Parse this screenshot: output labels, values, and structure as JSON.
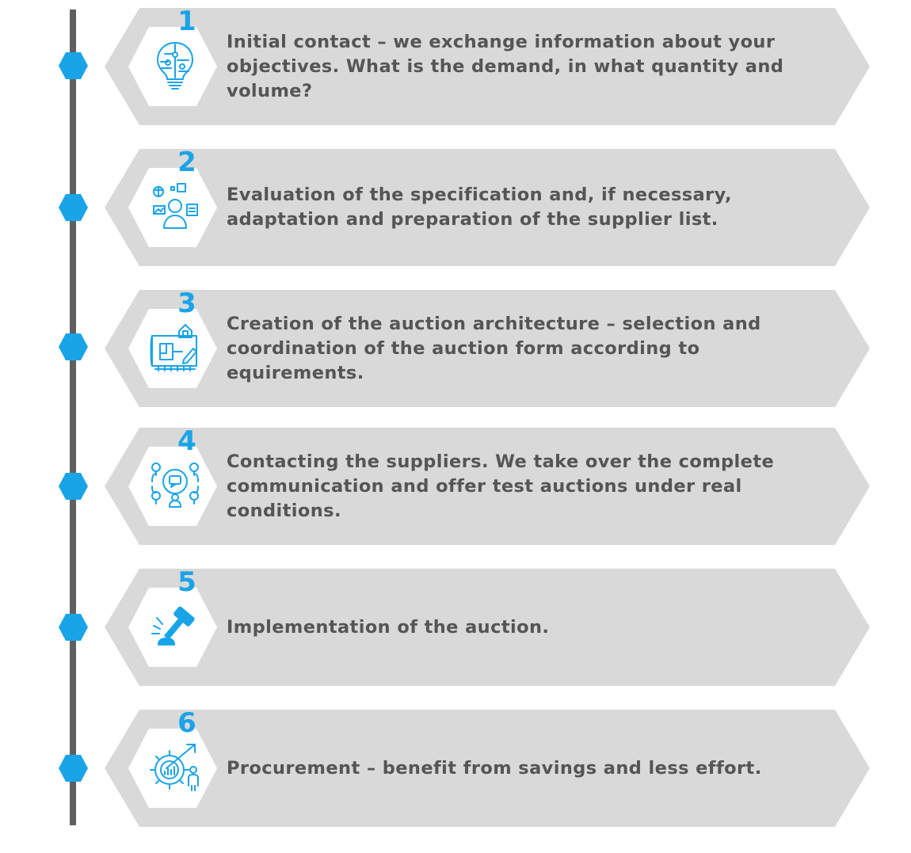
{
  "colors": {
    "accent": "#1aa4e8",
    "panel": "#d9d9d9",
    "line": "#5f5f5f",
    "text": "#555555"
  },
  "steps": [
    {
      "number": "1",
      "icon": "lightbulb-puzzle-icon",
      "text": "Initial contact – we exchange information about your objectives. What is the demand, in what quantity and volume?"
    },
    {
      "number": "2",
      "icon": "person-ideas-icon",
      "text": "Evaluation of the specification and, if necessary, adaptation and preparation of the supplier list."
    },
    {
      "number": "3",
      "icon": "blueprint-icon",
      "text": "Creation of the auction architecture – selection and coordination of the auction form according to equirements."
    },
    {
      "number": "4",
      "icon": "network-communication-icon",
      "text": "Contacting the suppliers. We take over the complete communication and offer test auctions under real conditions."
    },
    {
      "number": "5",
      "icon": "auction-gavel-icon",
      "text": "Implementation of the auction."
    },
    {
      "number": "6",
      "icon": "gear-growth-icon",
      "text": "Procurement – benefit from savings and less effort."
    }
  ]
}
